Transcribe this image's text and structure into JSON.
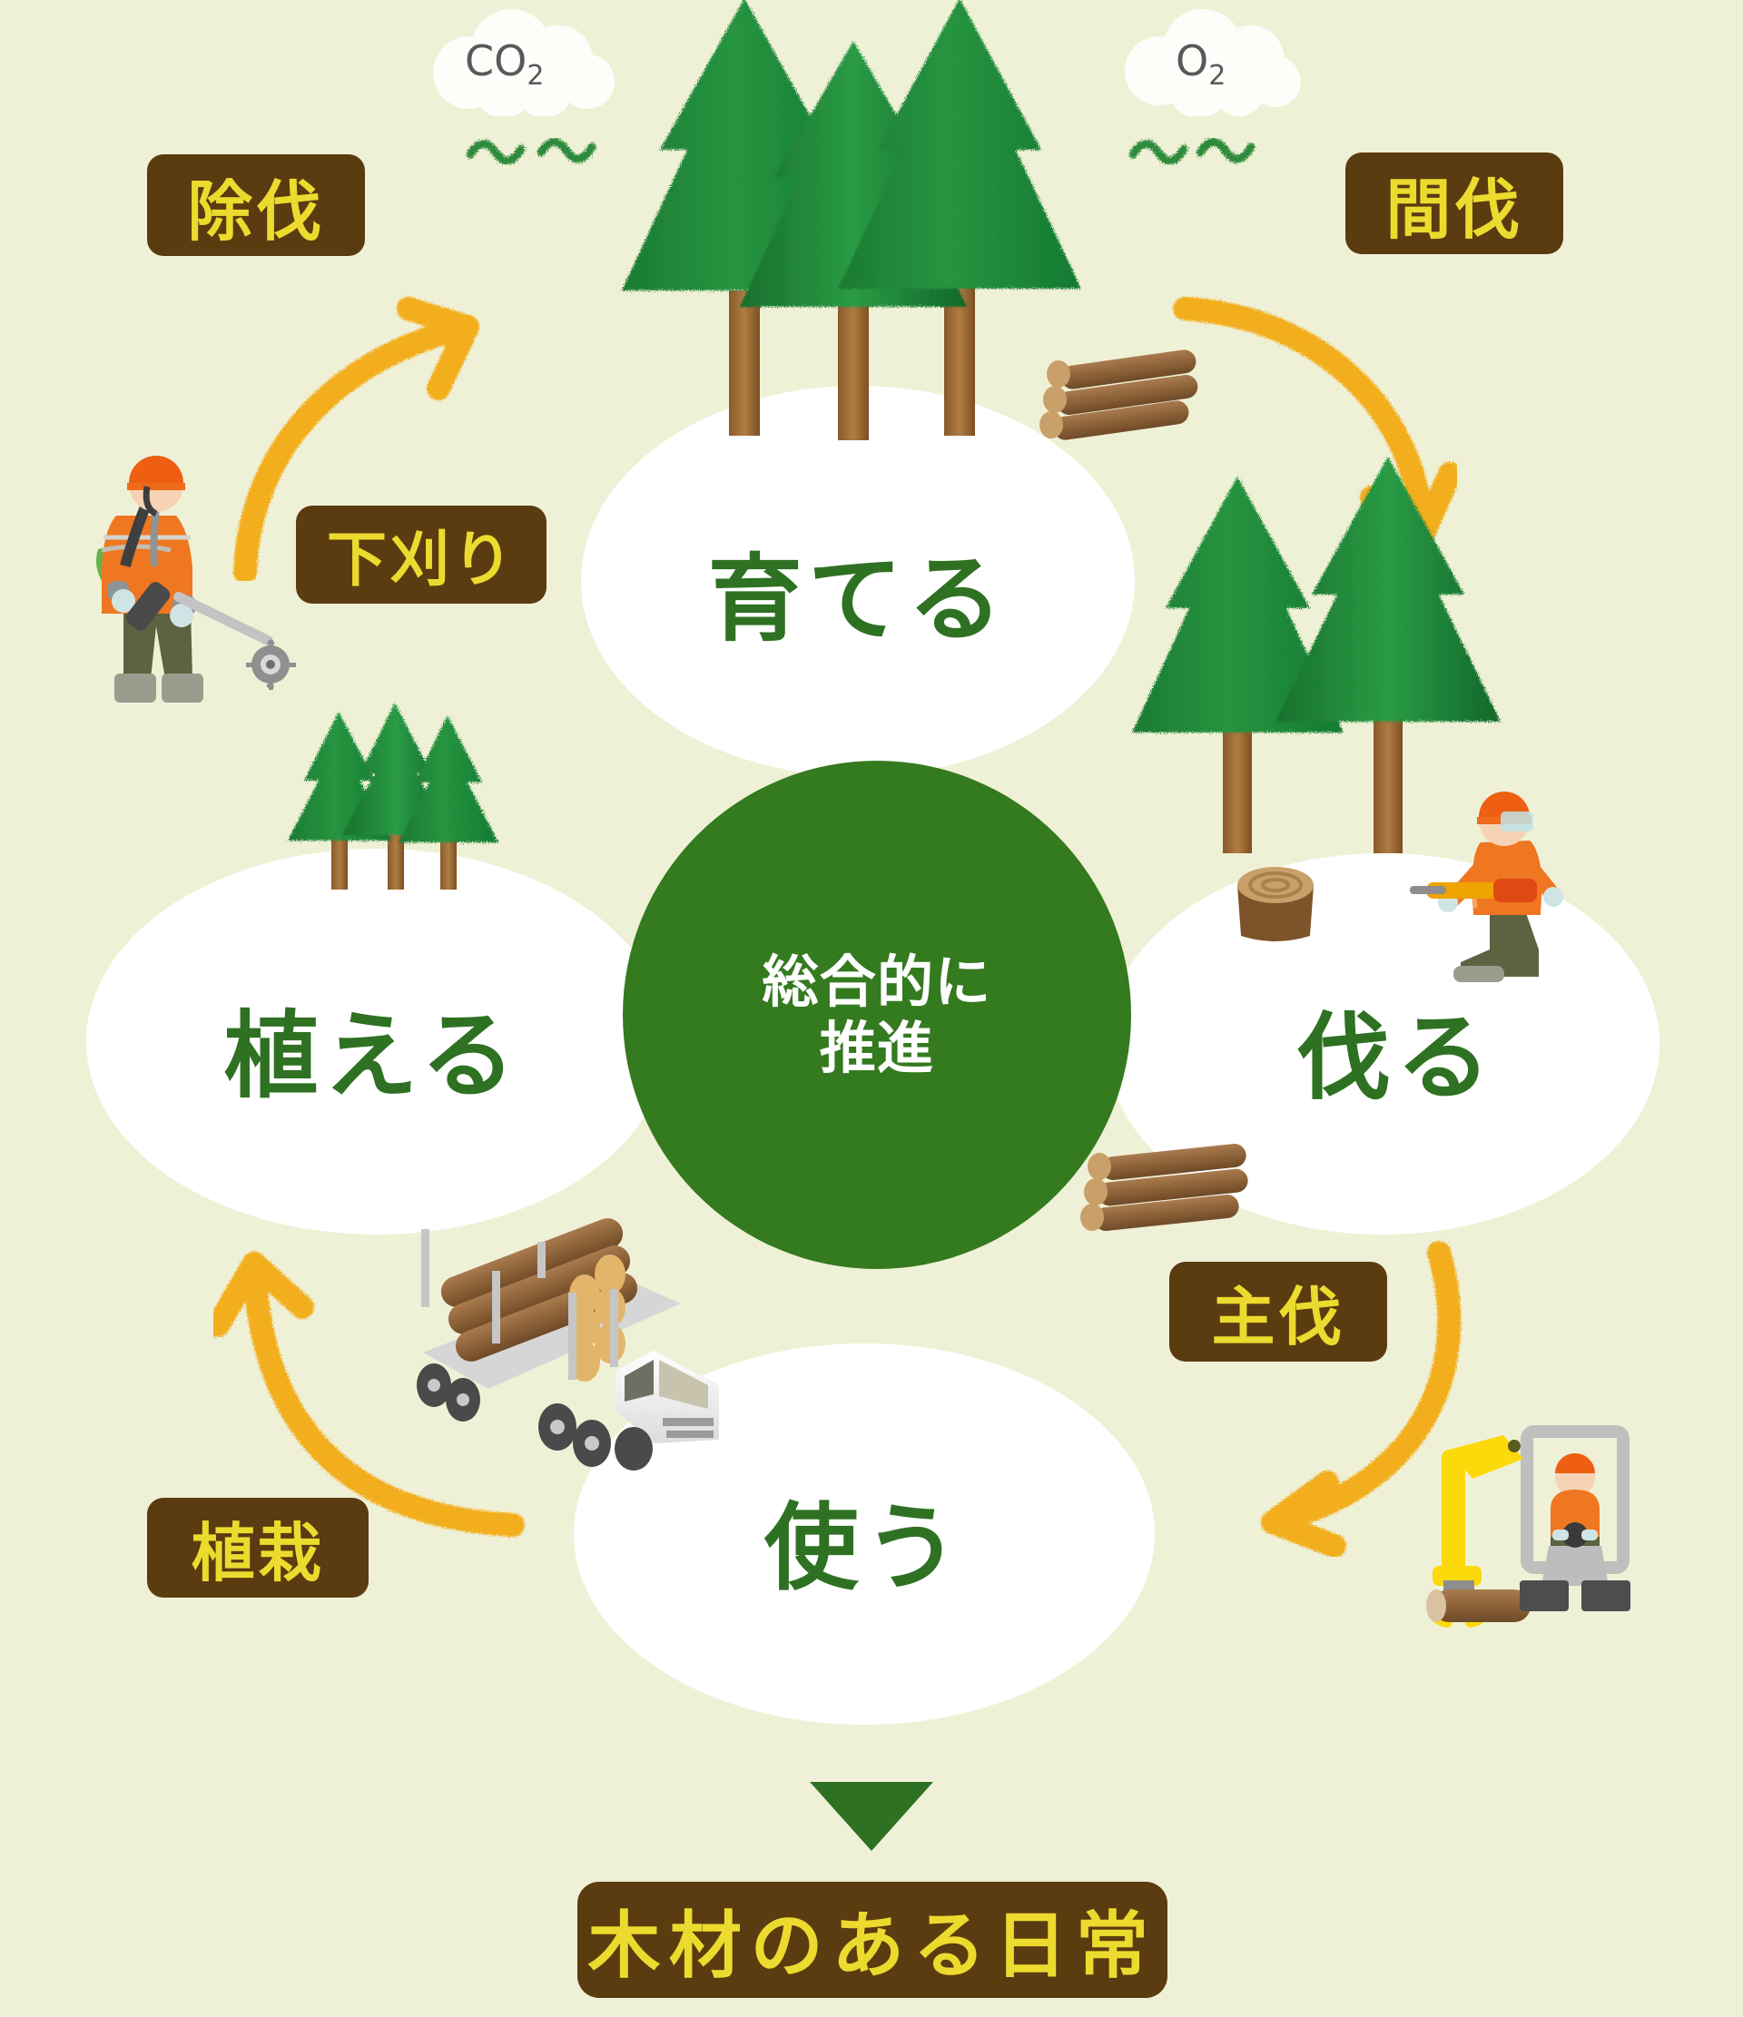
{
  "diagram": {
    "title": "森林循環図",
    "background_color": "#eff1d7",
    "accent_green": "#347a1f",
    "badge_bg": "#5b3b10",
    "badge_text_color": "#ecdb2e",
    "arrow_color": "#f2ae1c"
  },
  "center": {
    "line1": "総合的に",
    "line2": "推進"
  },
  "stages": [
    {
      "id": "grow",
      "label": "育てる"
    },
    {
      "id": "cut",
      "label": "伐る"
    },
    {
      "id": "use",
      "label": "使う"
    },
    {
      "id": "plant",
      "label": "植える"
    }
  ],
  "badges": [
    {
      "id": "jobatsu",
      "label": "除伐"
    },
    {
      "id": "kanbatsu",
      "label": "間伐"
    },
    {
      "id": "shitagari",
      "label": "下刈り"
    },
    {
      "id": "shubatsu",
      "label": "主伐"
    },
    {
      "id": "shokusai",
      "label": "植栽"
    }
  ],
  "gas_clouds": [
    {
      "id": "co2",
      "formula": "CO",
      "subscript": "2"
    },
    {
      "id": "o2",
      "formula": "O",
      "subscript": "2"
    }
  ],
  "footer": {
    "label": "木材のある日常"
  },
  "illustrations": [
    {
      "id": "conifer-trees-top",
      "name": "three-tall-conifer-trees"
    },
    {
      "id": "log-pile-top-right",
      "name": "stacked-logs"
    },
    {
      "id": "conifer-trees-right",
      "name": "two-conifer-trees"
    },
    {
      "id": "chainsaw-worker",
      "name": "worker-with-chainsaw"
    },
    {
      "id": "tree-stump",
      "name": "cut-tree-stump"
    },
    {
      "id": "log-pile-right",
      "name": "stacked-logs"
    },
    {
      "id": "forwarder",
      "name": "log-grapple-machine-with-operator"
    },
    {
      "id": "logging-truck",
      "name": "logging-truck-with-logs"
    },
    {
      "id": "sapling-trees",
      "name": "three-small-conifer-saplings"
    },
    {
      "id": "brushcutter-worker",
      "name": "worker-with-brush-cutter"
    }
  ]
}
